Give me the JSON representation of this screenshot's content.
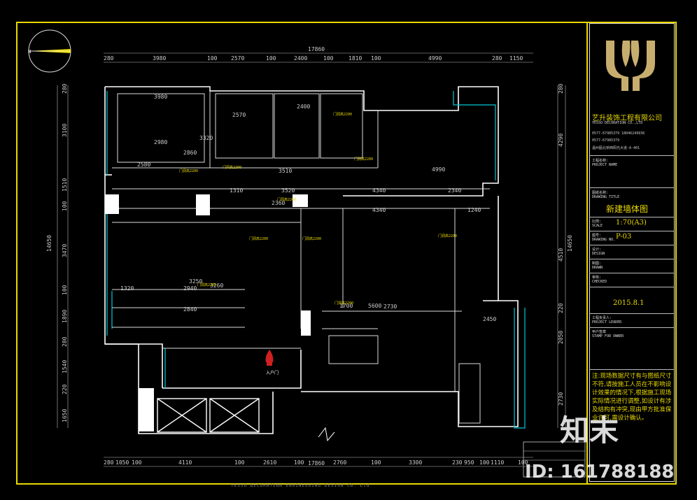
{
  "drawing": {
    "overall_width": "17860",
    "overall_height": "14650",
    "top_dims": [
      "280",
      "3980",
      "100",
      "2570",
      "100",
      "2400",
      "100",
      "1810",
      "100",
      "4990",
      "280",
      "1150"
    ],
    "bottom_dims": [
      "280",
      "1050",
      "100",
      "4110",
      "100",
      "2610",
      "100",
      "2760",
      "100",
      "3300",
      "230",
      "950",
      "100",
      "1110",
      "100"
    ],
    "left_dims": [
      "280",
      "3100",
      "1510",
      "100",
      "3470",
      "100",
      "1890",
      "280",
      "1540",
      "220",
      "1650"
    ],
    "right_dims": [
      "280",
      "4290",
      "4510",
      "220",
      "2050",
      "2730"
    ],
    "interior_dims": [
      "3980",
      "2570",
      "2400",
      "3320",
      "2980",
      "2860",
      "2580",
      "4990",
      "4340",
      "4340",
      "2340",
      "1240",
      "3510",
      "1310",
      "3520",
      "3250",
      "3260",
      "2940",
      "2840",
      "2730",
      "2450",
      "1320",
      "5600",
      "1700",
      "2360"
    ],
    "room_labels": [
      "门洞高2200",
      "门洞高2200",
      "门洞高2200",
      "门洞高2200",
      "门洞高2200",
      "门洞高2200",
      "门洞高2200",
      "门洞高2200",
      "门洞高2200",
      "门洞高2200"
    ],
    "entry_label": "入户门"
  },
  "title_block": {
    "company_cn": "艺升装饰工程有限公司",
    "company_en": "YESSO DECORATION CO.,LTD",
    "tel_1": "0577-67985379 18046249936",
    "tel_2": "0577-67985379",
    "address": "温州瓯北桥西阳光大道·A·401",
    "project_label": "工程名称:",
    "project_label_en": "PROJECT NAME",
    "drawing_title_label": "图纸名称:",
    "drawing_title_label_en": "DRAWING TITLE",
    "drawing_title": "新建墙体图",
    "scale_label": "比例:",
    "scale_label_en": "SCALE",
    "scale": "1:70(A3)",
    "drawing_no_label": "图号:",
    "drawing_no_label_en": "DRAWING NO.",
    "drawing_no": "P-03",
    "designer_label": "设计:",
    "designer_label_en": "DESIGN",
    "drafter_label": "制图:",
    "drafter_label_en": "DRAWN",
    "date_label": "审核:",
    "date_label_en": "CHECKED",
    "date": "2015.8.1",
    "manager_label": "工程负责人:",
    "manager_label_en": "PROJECT LEADER",
    "stamp_label": "甲户签章",
    "stamp_label_en": "STAMP FOR OWNER",
    "note": "注:现场数据尺寸有与图纸尺寸不符,请按施工人员在不影响设计效果的情况下,根据施工现场实际情况进行调整,如设计有涉及结构有冲突,现由甲方批准保业许可,需设计确认。"
  },
  "footer": {
    "caption": "YESSO DECORATION ENGINEERING DESIGN CO. Ltd"
  },
  "watermark": {
    "brand": "知末",
    "id": "ID: 161788188"
  },
  "colors": {
    "frame": "#e8d800",
    "walls": "#ffffff",
    "cyan": "#00c8d8",
    "dim": "#cccccc",
    "accent_red": "#d02020"
  }
}
